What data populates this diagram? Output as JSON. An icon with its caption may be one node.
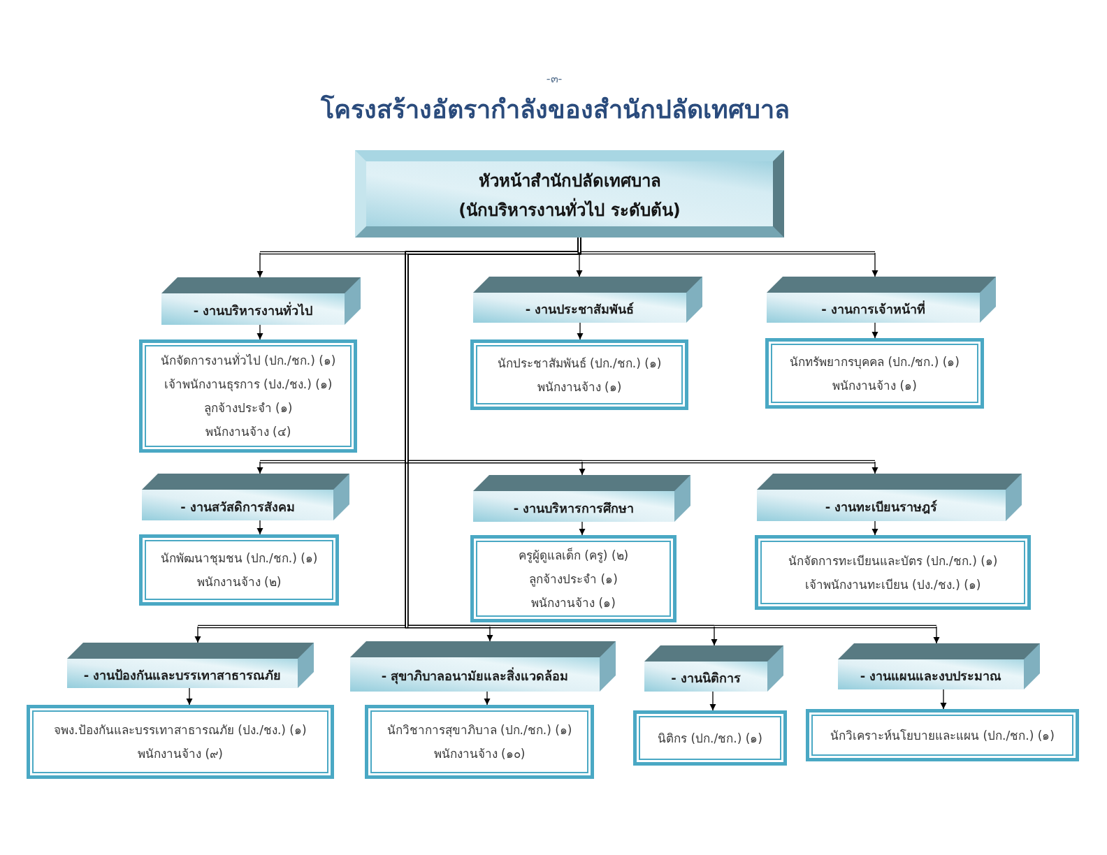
{
  "diagram": {
    "title": "โครงสร้างอัตรากำลังของสำนักปลัดเทศบาล",
    "nodes": [
      {
        "text": [
          "หัวหน้าสำนักปลัดเทศบาล",
          "(นักบริหารงานทั่วไป ระดับต้น)"
        ]
      },
      {
        "text": [
          "- งานบริหารงานทั่วไป"
        ]
      },
      {
        "text": [
          "นักจัดการงานทั่วไป (ปก./ชก.) (๑)",
          "เจ้าพนักงานธุรการ (ปง./ชง.) (๑)",
          "ลูกจ้างประจำ (๑)",
          "พนักงานจ้าง (๔)"
        ]
      },
      {
        "text": [
          "- งานประชาสัมพันธ์"
        ]
      },
      {
        "text": [
          "นักประชาสัมพันธ์ (ปก./ชก.) (๑)",
          "พนักงานจ้าง (๑)"
        ]
      },
      {
        "text": [
          "- งานการเจ้าหน้าที่"
        ]
      },
      {
        "text": [
          "นักทรัพยากรบุคคล (ปก./ชก.) (๑)",
          "พนักงานจ้าง (๑)"
        ]
      },
      {
        "text": [
          "- งานสวัสดิการสังคม"
        ]
      },
      {
        "text": [
          "นักพัฒนาชุมชน (ปก./ชก.) (๑)",
          "พนักงานจ้าง (๒)"
        ]
      },
      {
        "text": [
          "- งานบริหารการศึกษา"
        ]
      },
      {
        "text": [
          "ครูผู้ดูแลเด็ก (ครู) (๒)",
          "ลูกจ้างประจำ (๑)",
          "พนักงานจ้าง (๑)"
        ]
      },
      {
        "text": [
          "- งานทะเบียนราษฎร์"
        ]
      },
      {
        "text": [
          "นักจัดการทะเบียนและบัตร (ปก./ชก.) (๑)",
          "เจ้าพนักงานทะเบียน (ปง./ชง.) (๑)"
        ]
      },
      {
        "text": [
          "- งานป้องกันและบรรเทาสาธารณภัย"
        ]
      },
      {
        "text": [
          "จพง.ป้องกันและบรรเทาสาธารณภัย (ปง./ชง.) (๑)",
          "พนักงานจ้าง (๙)"
        ]
      },
      {
        "text": [
          "- สุขาภิบาลอนามัยและสิ่งแวดล้อม"
        ]
      },
      {
        "text": [
          "นักวิชาการสุขาภิบาล (ปก./ชก.) (๑)",
          "พนักงานจ้าง (๑๐)"
        ]
      },
      {
        "text": [
          "- งานนิติการ"
        ]
      },
      {
        "text": [
          "นิติกร (ปก./ชก.) (๑)"
        ]
      },
      {
        "text": [
          "- งานแผนและงบประมาณ"
        ]
      },
      {
        "text": [
          "นักวิเคราะห์นโยบายและแผน (ปก./ชก.) (๑)"
        ]
      }
    ],
    "edges": [
      {
        "from": 0,
        "to": 1,
        "arrow": "to"
      },
      {
        "from": 0,
        "to": 3,
        "arrow": "to"
      },
      {
        "from": 0,
        "to": 5,
        "arrow": "to"
      },
      {
        "from": 0,
        "to": 7,
        "arrow": "to"
      },
      {
        "from": 0,
        "to": 9,
        "arrow": "to"
      },
      {
        "from": 0,
        "to": 11,
        "arrow": "to"
      },
      {
        "from": 0,
        "to": 13,
        "arrow": "to"
      },
      {
        "from": 0,
        "to": 15,
        "arrow": "to"
      },
      {
        "from": 0,
        "to": 17,
        "arrow": "to"
      },
      {
        "from": 0,
        "to": 19,
        "arrow": "to"
      },
      {
        "from": 1,
        "to": 2,
        "arrow": "to"
      },
      {
        "from": 3,
        "to": 4,
        "arrow": "to"
      },
      {
        "from": 5,
        "to": 6,
        "arrow": "to"
      },
      {
        "from": 7,
        "to": 8,
        "arrow": "to"
      },
      {
        "from": 9,
        "to": 10,
        "arrow": "to"
      },
      {
        "from": 11,
        "to": 12,
        "arrow": "to"
      },
      {
        "from": 13,
        "to": 14,
        "arrow": "to"
      },
      {
        "from": 15,
        "to": 16,
        "arrow": "to"
      },
      {
        "from": 17,
        "to": 18,
        "arrow": "to"
      },
      {
        "from": 19,
        "to": 20,
        "arrow": "to"
      }
    ],
    "labels": [
      "-๓-"
    ]
  }
}
